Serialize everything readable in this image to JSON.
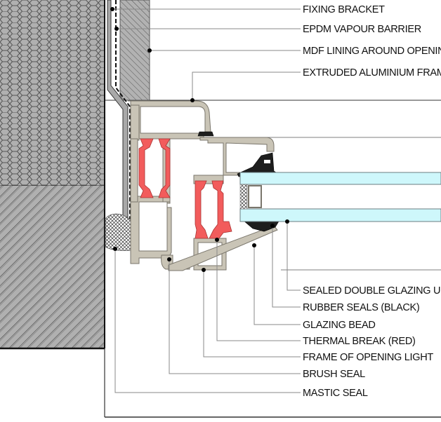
{
  "drawing": {
    "type": "window-section-detail",
    "colors": {
      "aluminium": "#c9c4b6",
      "thermal_break": "#f25c5c",
      "rubber_seal": "#1e1e1e",
      "glass": "#cef7fb",
      "masonry": "#b0b0b0",
      "background": "#ffffff"
    },
    "labels": [
      {
        "id": "fixing-bracket",
        "text": "FIXING BRACKET"
      },
      {
        "id": "epdm-vapour-barrier",
        "text": "EPDM VAPOUR BARRIER"
      },
      {
        "id": "mdf-lining",
        "text": "MDF LINING AROUND OPENING"
      },
      {
        "id": "extruded-aluminium-frame",
        "text": "EXTRUDED ALUMINIUM FRAME"
      },
      {
        "id": "sealed-double-glazing-unit",
        "text": "SEALED DOUBLE GLAZING UNIT"
      },
      {
        "id": "rubber-seals",
        "text": "RUBBER SEALS (BLACK)"
      },
      {
        "id": "glazing-bead",
        "text": "GLAZING BEAD"
      },
      {
        "id": "thermal-break",
        "text": "THERMAL BREAK (RED)"
      },
      {
        "id": "frame-of-opening-light",
        "text": "FRAME OF OPENING LIGHT"
      },
      {
        "id": "brush-seal",
        "text": "BRUSH SEAL"
      },
      {
        "id": "mastic-seal",
        "text": "MASTIC SEAL"
      }
    ]
  }
}
